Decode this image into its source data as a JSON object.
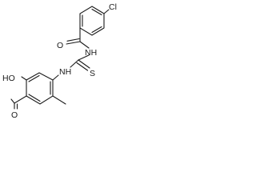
{
  "molecule": {
    "atoms": {
      "chlorine": "Cl",
      "carbonyl_oxygen": "O",
      "amide_nitrogen": "NH",
      "thio_sulfur": "S",
      "thiourea_nitrogen": "NH",
      "acid_group": "HO",
      "acid_oxygen": "O"
    },
    "colors": {
      "bond": "#1a1a1a",
      "label": "#1a1a1a",
      "background": "#ffffff"
    }
  }
}
